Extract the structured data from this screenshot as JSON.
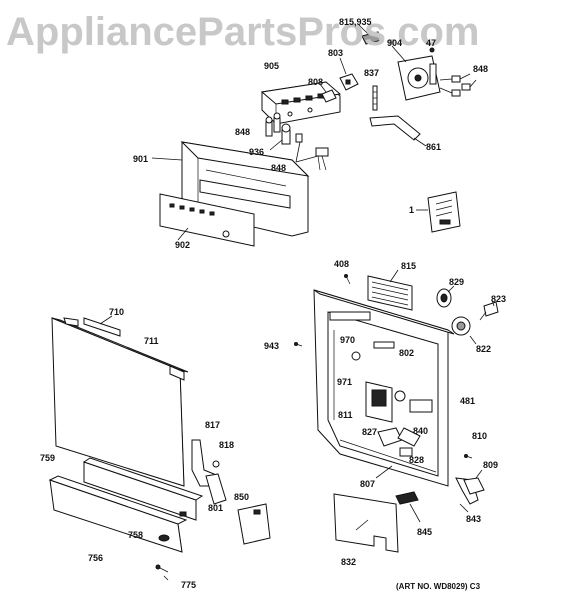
{
  "watermark": "AppliancePartsPros.com",
  "art_number": "(ART NO. WD8029) C3",
  "labels": {
    "p815_935": "815,935",
    "p904": "904",
    "p47": "47",
    "p803": "803",
    "p905": "905",
    "p837": "837",
    "p848a": "848",
    "p808": "808",
    "p848b": "848",
    "p936": "936",
    "p861": "861",
    "p848c": "848",
    "p901": "901",
    "p1": "1",
    "p902": "902",
    "p408": "408",
    "p815": "815",
    "p829": "829",
    "p823": "823",
    "p710": "710",
    "p711": "711",
    "p943": "943",
    "p970": "970",
    "p802": "802",
    "p822": "822",
    "p971": "971",
    "p481": "481",
    "p811": "811",
    "p817": "817",
    "p818": "818",
    "p827": "827",
    "p840": "840",
    "p810": "810",
    "p759": "759",
    "p828": "828",
    "p809": "809",
    "p807": "807",
    "p850": "850",
    "p801": "801",
    "p843": "843",
    "p845": "845",
    "p758": "758",
    "p756": "756",
    "p832": "832",
    "p775": "775"
  }
}
